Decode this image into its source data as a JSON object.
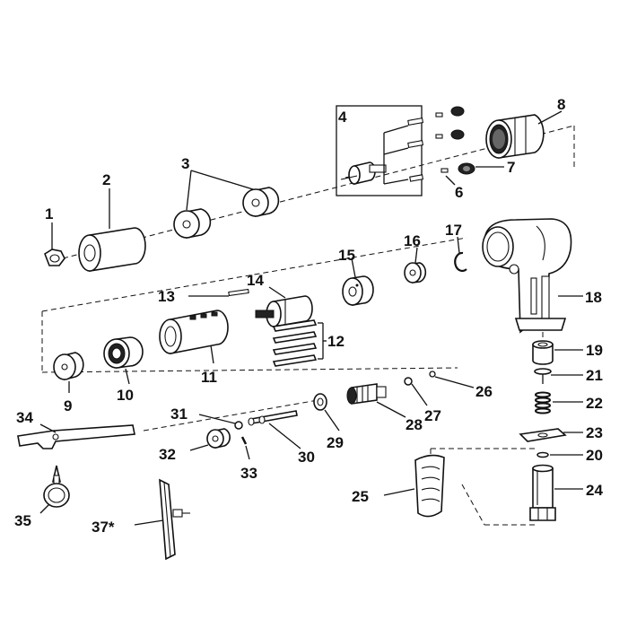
{
  "diagram": {
    "parts": [
      {
        "id": "p1",
        "label": "1"
      },
      {
        "id": "p2",
        "label": "2"
      },
      {
        "id": "p3",
        "label": "3"
      },
      {
        "id": "p4",
        "label": "4"
      },
      {
        "id": "p6",
        "label": "6"
      },
      {
        "id": "p7",
        "label": "7"
      },
      {
        "id": "p8",
        "label": "8"
      },
      {
        "id": "p9",
        "label": "9"
      },
      {
        "id": "p10",
        "label": "10"
      },
      {
        "id": "p11",
        "label": "11"
      },
      {
        "id": "p12",
        "label": "12"
      },
      {
        "id": "p13",
        "label": "13"
      },
      {
        "id": "p14",
        "label": "14"
      },
      {
        "id": "p15",
        "label": "15"
      },
      {
        "id": "p16",
        "label": "16"
      },
      {
        "id": "p17",
        "label": "17"
      },
      {
        "id": "p18",
        "label": "18"
      },
      {
        "id": "p19",
        "label": "19"
      },
      {
        "id": "p20",
        "label": "20"
      },
      {
        "id": "p21",
        "label": "21"
      },
      {
        "id": "p22",
        "label": "22"
      },
      {
        "id": "p23",
        "label": "23"
      },
      {
        "id": "p24",
        "label": "24"
      },
      {
        "id": "p25",
        "label": "25"
      },
      {
        "id": "p26",
        "label": "26"
      },
      {
        "id": "p27",
        "label": "27"
      },
      {
        "id": "p28",
        "label": "28"
      },
      {
        "id": "p29",
        "label": "29"
      },
      {
        "id": "p30",
        "label": "30"
      },
      {
        "id": "p31",
        "label": "31"
      },
      {
        "id": "p32",
        "label": "32"
      },
      {
        "id": "p33",
        "label": "33"
      },
      {
        "id": "p34",
        "label": "34"
      },
      {
        "id": "p35",
        "label": "35"
      },
      {
        "id": "p37",
        "label": "37*"
      }
    ]
  }
}
